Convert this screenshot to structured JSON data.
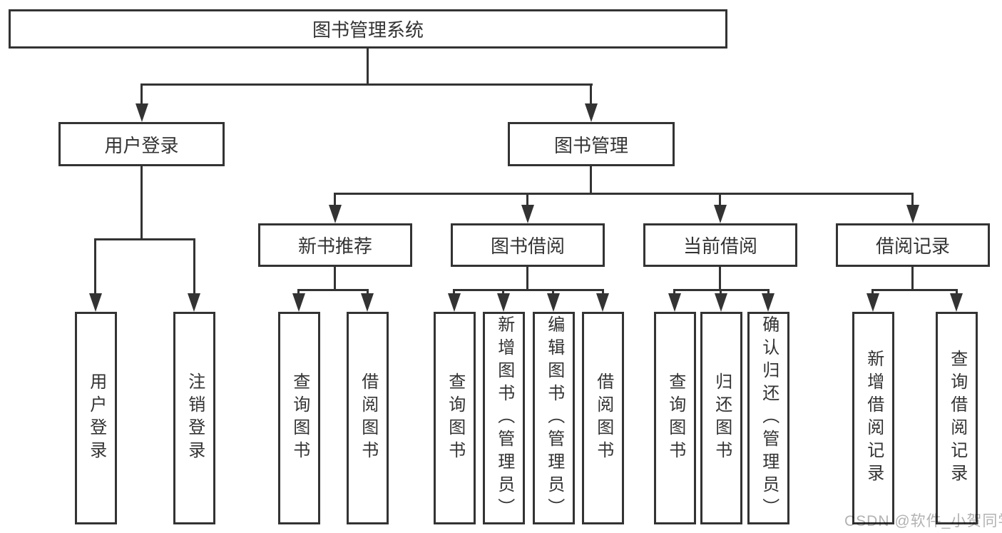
{
  "diagram": {
    "tree": {
      "label": "图书管理系统",
      "children": [
        {
          "label": "用户登录",
          "children": [
            {
              "label": "用户登录"
            },
            {
              "label": "注销登录"
            }
          ]
        },
        {
          "label": "图书管理",
          "children": [
            {
              "label": "新书推荐",
              "children": [
                {
                  "label": "查询图书"
                },
                {
                  "label": "借阅图书"
                }
              ]
            },
            {
              "label": "图书借阅",
              "children": [
                {
                  "label": "查询图书"
                },
                {
                  "label": "新增图书（管理员）"
                },
                {
                  "label": "编辑图书（管理员）"
                },
                {
                  "label": "借阅图书"
                }
              ]
            },
            {
              "label": "当前借阅",
              "children": [
                {
                  "label": "查询图书"
                },
                {
                  "label": "归还图书"
                },
                {
                  "label": "确认归还（管理员）"
                }
              ]
            },
            {
              "label": "借阅记录",
              "children": [
                {
                  "label": "新增借阅记录"
                },
                {
                  "label": "查询借阅记录"
                }
              ]
            }
          ]
        }
      ]
    },
    "watermark": {
      "text": "CSDN @软件_小贺同学"
    },
    "colors": {
      "line": "#333333",
      "text": "#333333",
      "background": "#ffffff",
      "watermark": "#b2b2b2"
    }
  }
}
